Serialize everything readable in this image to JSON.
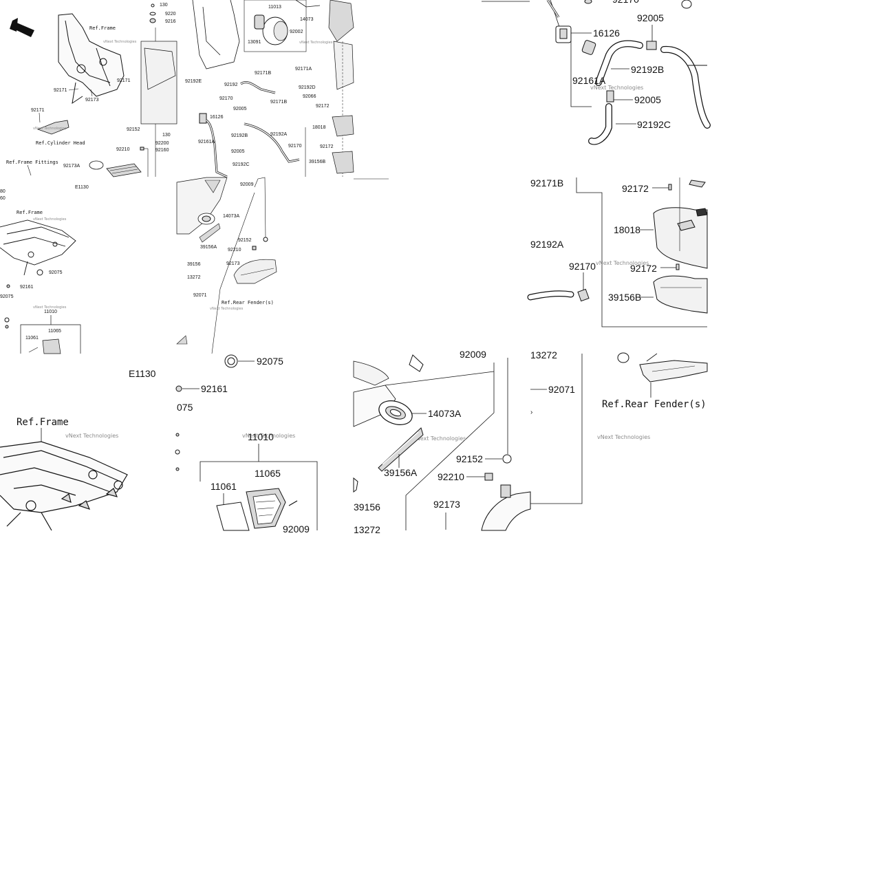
{
  "watermark": "vNext Technologies",
  "tile_top_left": {
    "labels": {
      "front": "FRONT",
      "ref_frame": "Ref.Frame",
      "ref_cylinder_head": "Ref.Cylinder Head",
      "ref_frame_fittings": "Ref.Frame Fittings",
      "p_92171a": "92171",
      "p_92171b": "92171",
      "p_92173": "92173",
      "p_92171c": "92171",
      "p_130a": "130",
      "p_9220": "9220",
      "p_9216": "9216",
      "p_92152": "92152",
      "p_130b": "130",
      "p_92200": "92200",
      "p_92160": "92160",
      "p_92210": "92210",
      "p_92173a": "92173A"
    }
  },
  "tile_top_mid": {
    "labels": {
      "p_11013": "11013",
      "p_14073": "14073",
      "p_13091": "13091",
      "p_92002": "92002",
      "p_92192e": "92192E",
      "p_92192": "92192",
      "p_92170": "92170",
      "p_92171b": "92171B",
      "p_92171b2": "92171B",
      "p_92171a": "92171A",
      "p_92192d": "92192D",
      "p_92066": "92066",
      "p_92172": "92172",
      "p_16126": "16126",
      "p_92005": "92005",
      "p_92192b": "92192B",
      "p_92192a": "92192A",
      "p_92161a": "92161A",
      "p_92005b": "92005",
      "p_92192c": "92192C",
      "p_18018": "18018",
      "p_92172b": "92172",
      "p_92170b": "92170",
      "p_39156b": "39156B"
    }
  },
  "tile_top_right": {
    "labels": {
      "p_92005": "92005",
      "p_16126": "16126",
      "p_92192b": "92192B",
      "p_92161a": "92161A",
      "p_92005b": "92005",
      "p_92192c": "92192C",
      "p_92170_top": "92170"
    }
  },
  "tile_mid_left": {
    "labels": {
      "p_e1130": "E1130",
      "ref_frame": "Ref.Frame",
      "p_92075": "92075",
      "p_92161": "92161",
      "p_92075b": "92075",
      "p_11010": "11010",
      "p_11061": "11061",
      "p_11065": "11065",
      "p_80": "80",
      "p_60": "60"
    }
  },
  "tile_mid_mid": {
    "labels": {
      "p_92009": "92009",
      "p_14073a": "14073A",
      "p_39156a": "39156A",
      "p_92152": "92152",
      "p_92210": "92210",
      "p_39156": "39156",
      "p_92173": "92173",
      "p_13272": "13272",
      "p_92071": "92071",
      "ref_rear_fender": "Ref.Rear Fender(s)"
    }
  },
  "tile_mid_right": {
    "labels": {
      "p_92171b": "92171B",
      "p_92172": "92172",
      "p_18018": "18018",
      "p_92192a": "92192A",
      "p_92170": "92170",
      "p_92172b": "92172",
      "p_39156b": "39156B"
    }
  },
  "tile_bottom_left": {
    "labels": {
      "p_e1130": "E1130",
      "ref_frame": "Ref.Frame"
    }
  },
  "tile_bottom_midleft": {
    "labels": {
      "p_92075": "92075",
      "p_92161": "92161",
      "p_075": "075",
      "p_11010": "11010",
      "p_11065": "11065",
      "p_11061": "11061",
      "p_92009": "92009"
    }
  },
  "tile_bottom_mid": {
    "labels": {
      "p_92009": "92009",
      "p_14073a": "14073A",
      "p_39156a": "39156A",
      "p_92152": "92152",
      "p_92210": "92210",
      "p_39156": "39156",
      "p_92173": "92173",
      "p_13272": "13272"
    }
  },
  "tile_bottom_right": {
    "labels": {
      "p_13272": "13272",
      "p_92071": "92071",
      "ref_rear_fender": "Ref.Rear Fender(s)"
    }
  }
}
